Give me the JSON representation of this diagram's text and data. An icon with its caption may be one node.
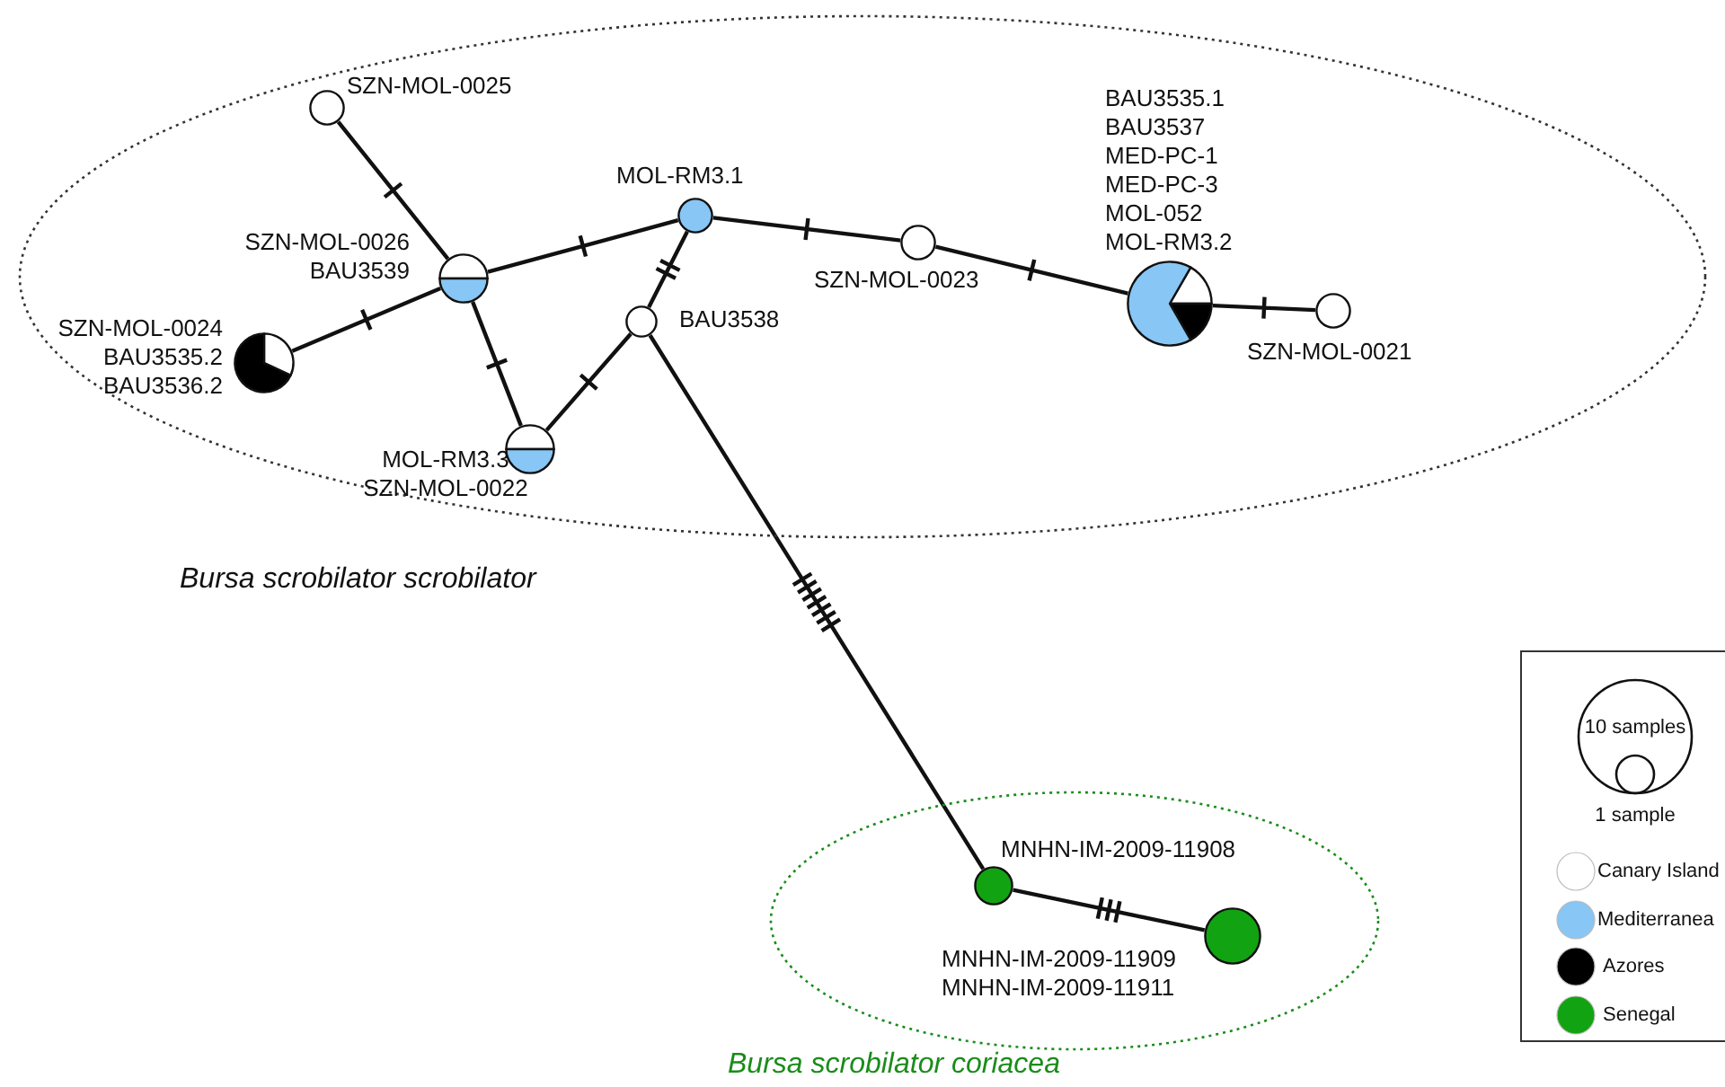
{
  "diagram": {
    "nodes": [
      {
        "text": [
          "Bursa scrobilator scrobilator"
        ]
      },
      {
        "text": [],
        "shape": "circle",
        "beside": [
          "SZN-MOL-0025"
        ],
        "in": 0
      },
      {
        "text": [],
        "shape": "circle",
        "beside": [
          "MOL-RM3.1"
        ],
        "in": 0
      },
      {
        "text": [],
        "shape": "circle",
        "beside": [
          "SZN-MOL-0023"
        ],
        "in": 0
      },
      {
        "text": [],
        "shape": "circle",
        "beside": [
          "SZN-MOL-0026",
          "BAU3539"
        ],
        "in": 0
      },
      {
        "text": [],
        "shape": "circle",
        "beside": [
          "BAU3535.1",
          "BAU3537",
          "MED-PC-1",
          "MED-PC-3",
          "MOL-052",
          "MOL-RM3.2"
        ],
        "in": 0
      },
      {
        "text": [],
        "shape": "circle",
        "beside": [
          "SZN-MOL-0021"
        ],
        "in": 0
      },
      {
        "text": [],
        "shape": "circle",
        "beside": [
          "BAU3538"
        ],
        "in": 0
      },
      {
        "text": [],
        "shape": "circle",
        "beside": [
          "SZN-MOL-0024",
          "BAU3535.2",
          "BAU3536.2"
        ],
        "in": 0
      },
      {
        "text": [],
        "shape": "circle",
        "beside": [
          "MOL-RM3.3",
          "SZN-MOL-0022"
        ],
        "in": 0
      },
      {
        "text": [
          "Bursa scrobilator coriacea"
        ]
      },
      {
        "text": [],
        "shape": "circle",
        "beside": [
          "MNHN-IM-2009-11908"
        ],
        "in": 10
      },
      {
        "text": [],
        "shape": "circle",
        "beside": [
          "MNHN-IM-2009-11909",
          "MNHN-IM-2009-11911"
        ],
        "in": 10
      }
    ],
    "edges": [
      {
        "from": 1,
        "to": 4,
        "arrow": "none"
      },
      {
        "from": 4,
        "to": 2,
        "arrow": "none"
      },
      {
        "from": 2,
        "to": 3,
        "arrow": "none"
      },
      {
        "from": 3,
        "to": 5,
        "arrow": "none"
      },
      {
        "from": 5,
        "to": 6,
        "arrow": "none"
      },
      {
        "from": 8,
        "to": 4,
        "arrow": "none"
      },
      {
        "from": 4,
        "to": 9,
        "arrow": "none"
      },
      {
        "from": 9,
        "to": 7,
        "arrow": "none"
      },
      {
        "from": 2,
        "to": 7,
        "arrow": "none"
      },
      {
        "from": 7,
        "to": 11,
        "arrow": "none"
      },
      {
        "from": 11,
        "to": 12,
        "arrow": "none"
      }
    ],
    "labels": [
      "10 samples",
      "1 sample"
    ],
    "legend": [
      {
        "text": "Canary Island",
        "color": "#ffffff"
      },
      {
        "text": "Mediterranea",
        "color": "#87c6f5"
      },
      {
        "text": "Azores",
        "color": "#000000"
      },
      {
        "text": "Senegal",
        "color": "#12a312"
      }
    ]
  }
}
